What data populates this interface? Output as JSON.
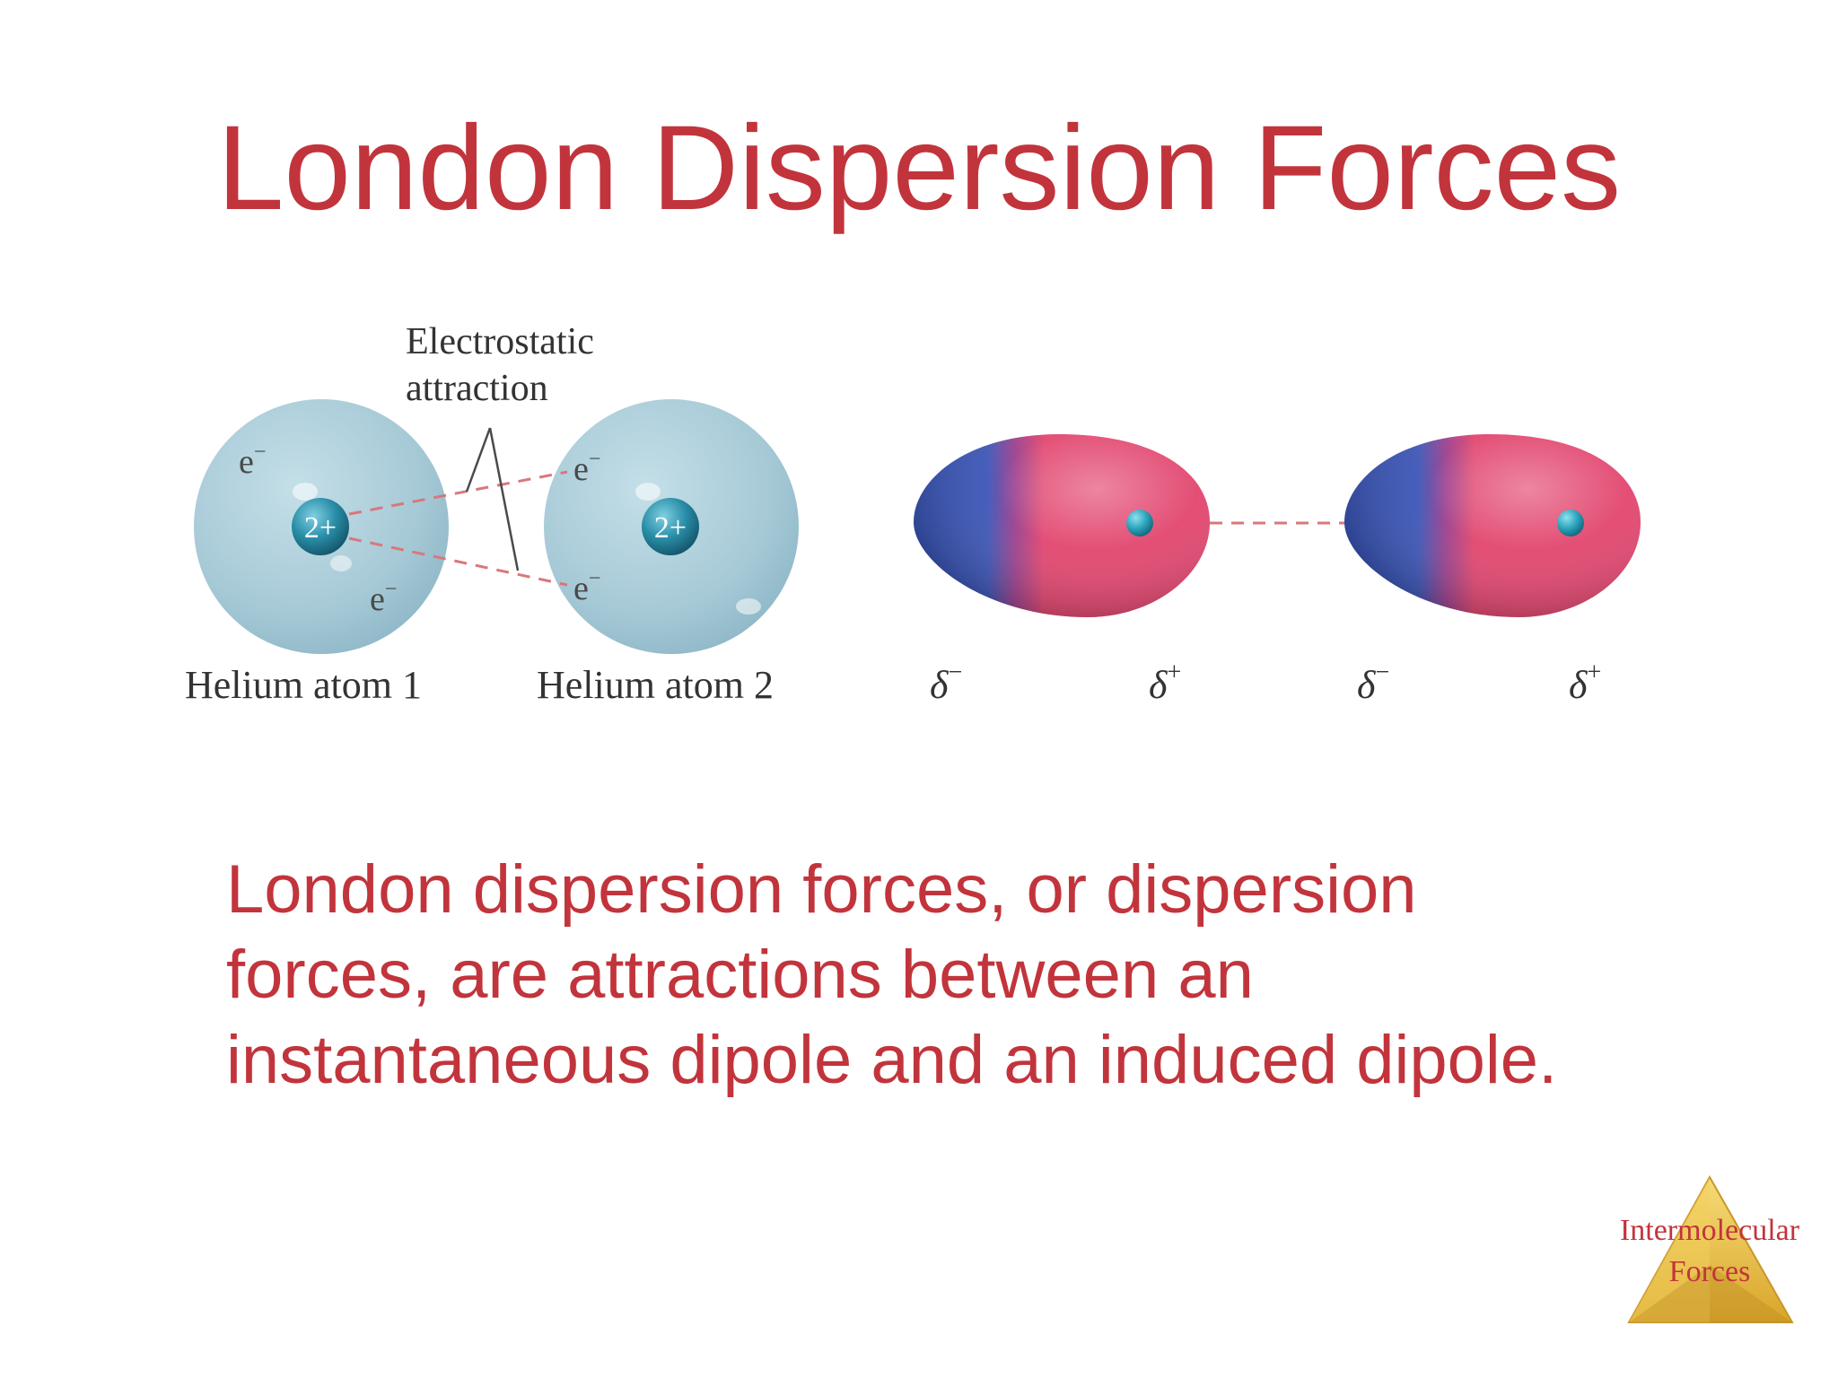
{
  "slide": {
    "title": "London Dispersion Forces",
    "body_lines": [
      "London dispersion forces, or dispersion",
      "forces, are attractions between an",
      "instantaneous dipole and an induced dipole."
    ]
  },
  "diagram": {
    "label_line1": "Electrostatic",
    "label_line2": "attraction",
    "electron": "e",
    "minus": "−",
    "nucleus_charge": "2+",
    "atom1_label": "Helium atom 1",
    "atom2_label": "Helium atom 2",
    "delta": "δ",
    "plus": "+"
  },
  "badge": {
    "line1": "Intermolecular",
    "line2": "Forces"
  },
  "colors": {
    "title_red": "#c2343c",
    "atom_blue": "#a9ccd9",
    "nucleus_teal": "#2a8ea8",
    "dash_red": "#d9777c",
    "lobe_pink": "#e8456e",
    "lobe_blue": "#3153b8",
    "badge_gold": "#e6b93a"
  }
}
